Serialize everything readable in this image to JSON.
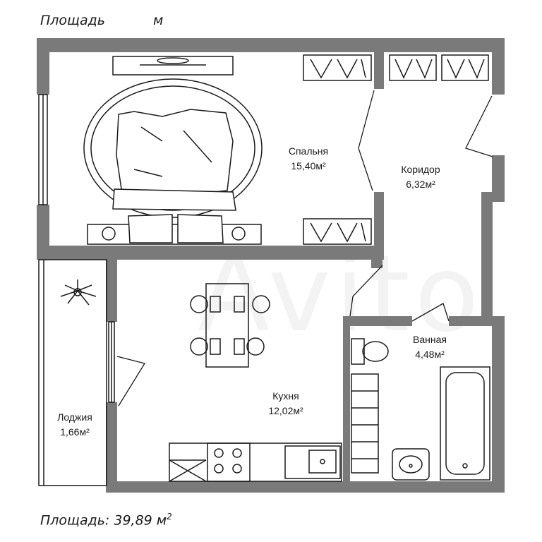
{
  "header": {
    "title_label": "Площадь",
    "title_unit": "м"
  },
  "footer": {
    "area_text": "Площадь: 39,89 м",
    "area_superscript": "2"
  },
  "watermark": "Avito",
  "rooms": [
    {
      "id": "bedroom",
      "name": "Спальня",
      "area": "15,40м²"
    },
    {
      "id": "corridor",
      "name": "Коридор",
      "area": "6,32м²"
    },
    {
      "id": "bathroom",
      "name": "Ванная",
      "area": "4,48м²"
    },
    {
      "id": "kitchen",
      "name": "Кухня",
      "area": "12,02м²"
    },
    {
      "id": "loggia",
      "name": "Лоджия",
      "area": "1,66м²"
    }
  ],
  "colors": {
    "wall": "#7a7a7a",
    "line": "#1a1a1a"
  }
}
